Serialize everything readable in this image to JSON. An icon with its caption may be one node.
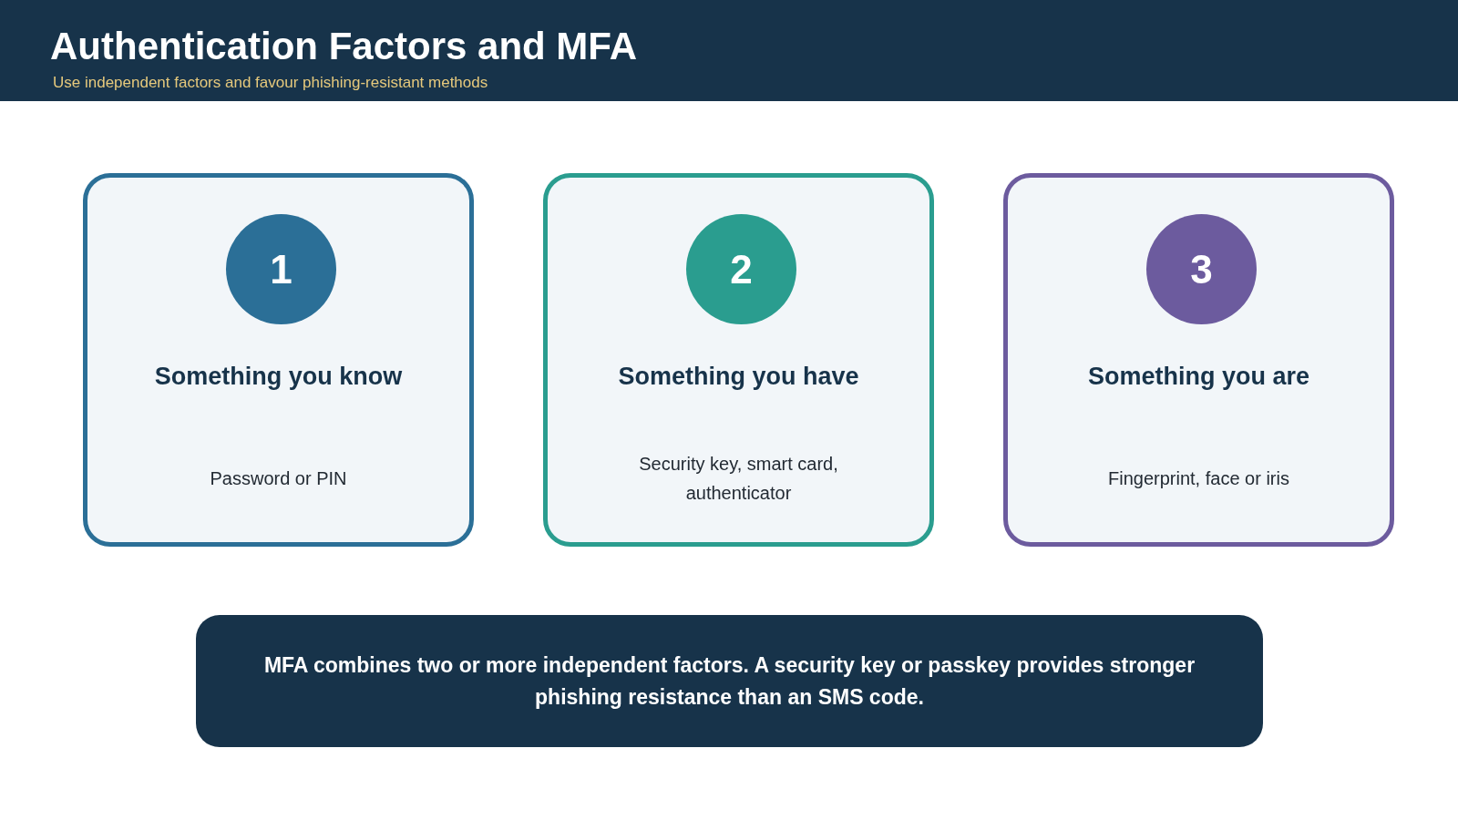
{
  "diagram": {
    "title": "Authentication Factors and MFA",
    "nodes": [
      {
        "text": [
          "Something you know",
          "Password or PIN"
        ]
      },
      {
        "text": [
          "1"
        ],
        "in": 0
      },
      {
        "text": [
          "Something you have",
          "Security key, smart card, authenticator"
        ]
      },
      {
        "text": [
          "2"
        ],
        "in": 2
      },
      {
        "text": [
          "Something you are",
          "Fingerprint, face or iris"
        ]
      },
      {
        "text": [
          "3"
        ],
        "in": 4
      },
      {
        "text": [
          "MFA combines two or more independent factors. A security key or passkey provides stronger phishing resistance than an SMS code."
        ]
      }
    ],
    "edges": [],
    "labels": [
      "Use independent factors and favour phishing-resistant methods"
    ]
  }
}
